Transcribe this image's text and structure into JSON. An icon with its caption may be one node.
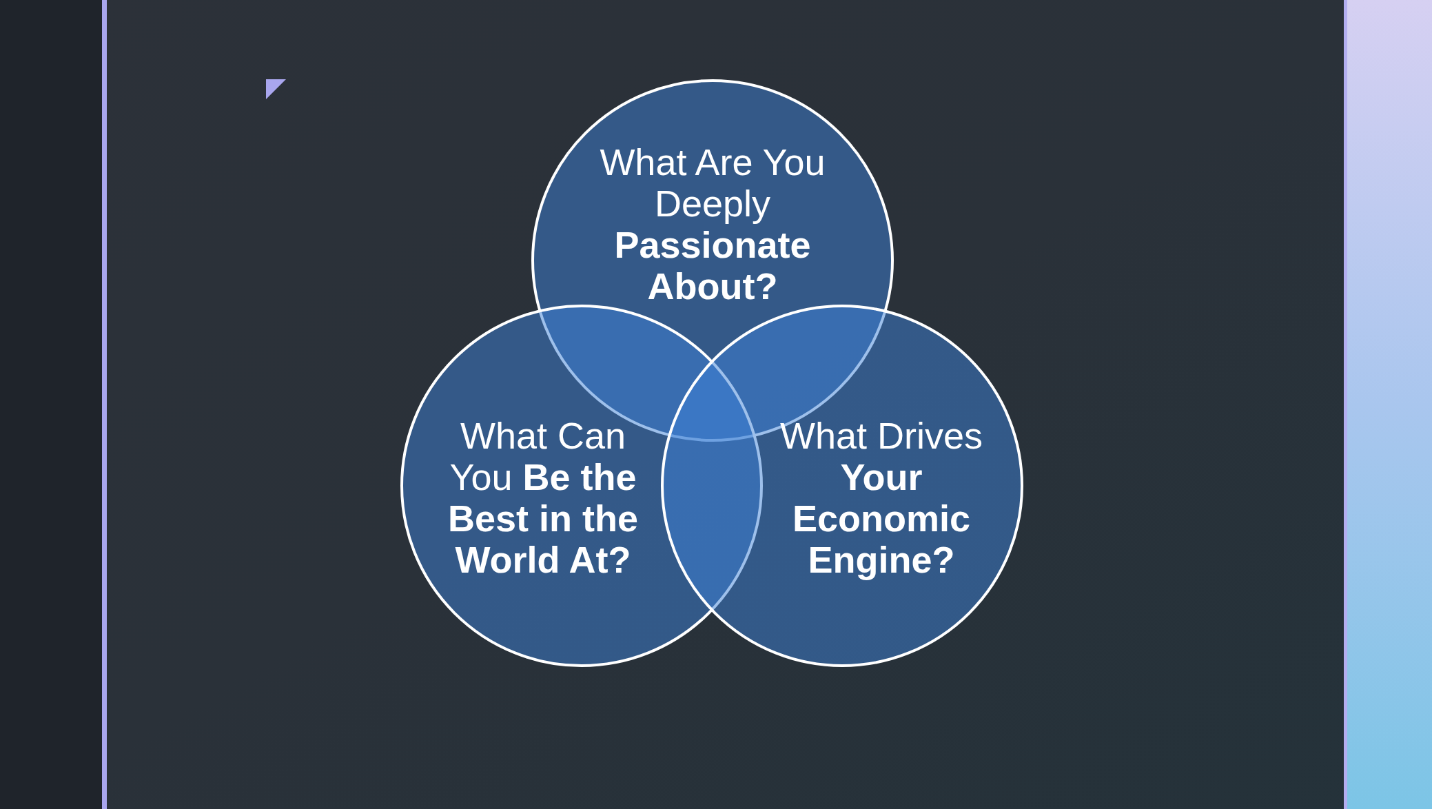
{
  "diagram": {
    "nodes": [
      {
        "text": [
          "What Are You Deeply **Passionate About?**"
        ]
      },
      {
        "text": [
          "What Can You **Be the Best in the World At?**"
        ]
      },
      {
        "text": [
          "What Drives **Your Economic Engine?**"
        ]
      }
    ]
  }
}
